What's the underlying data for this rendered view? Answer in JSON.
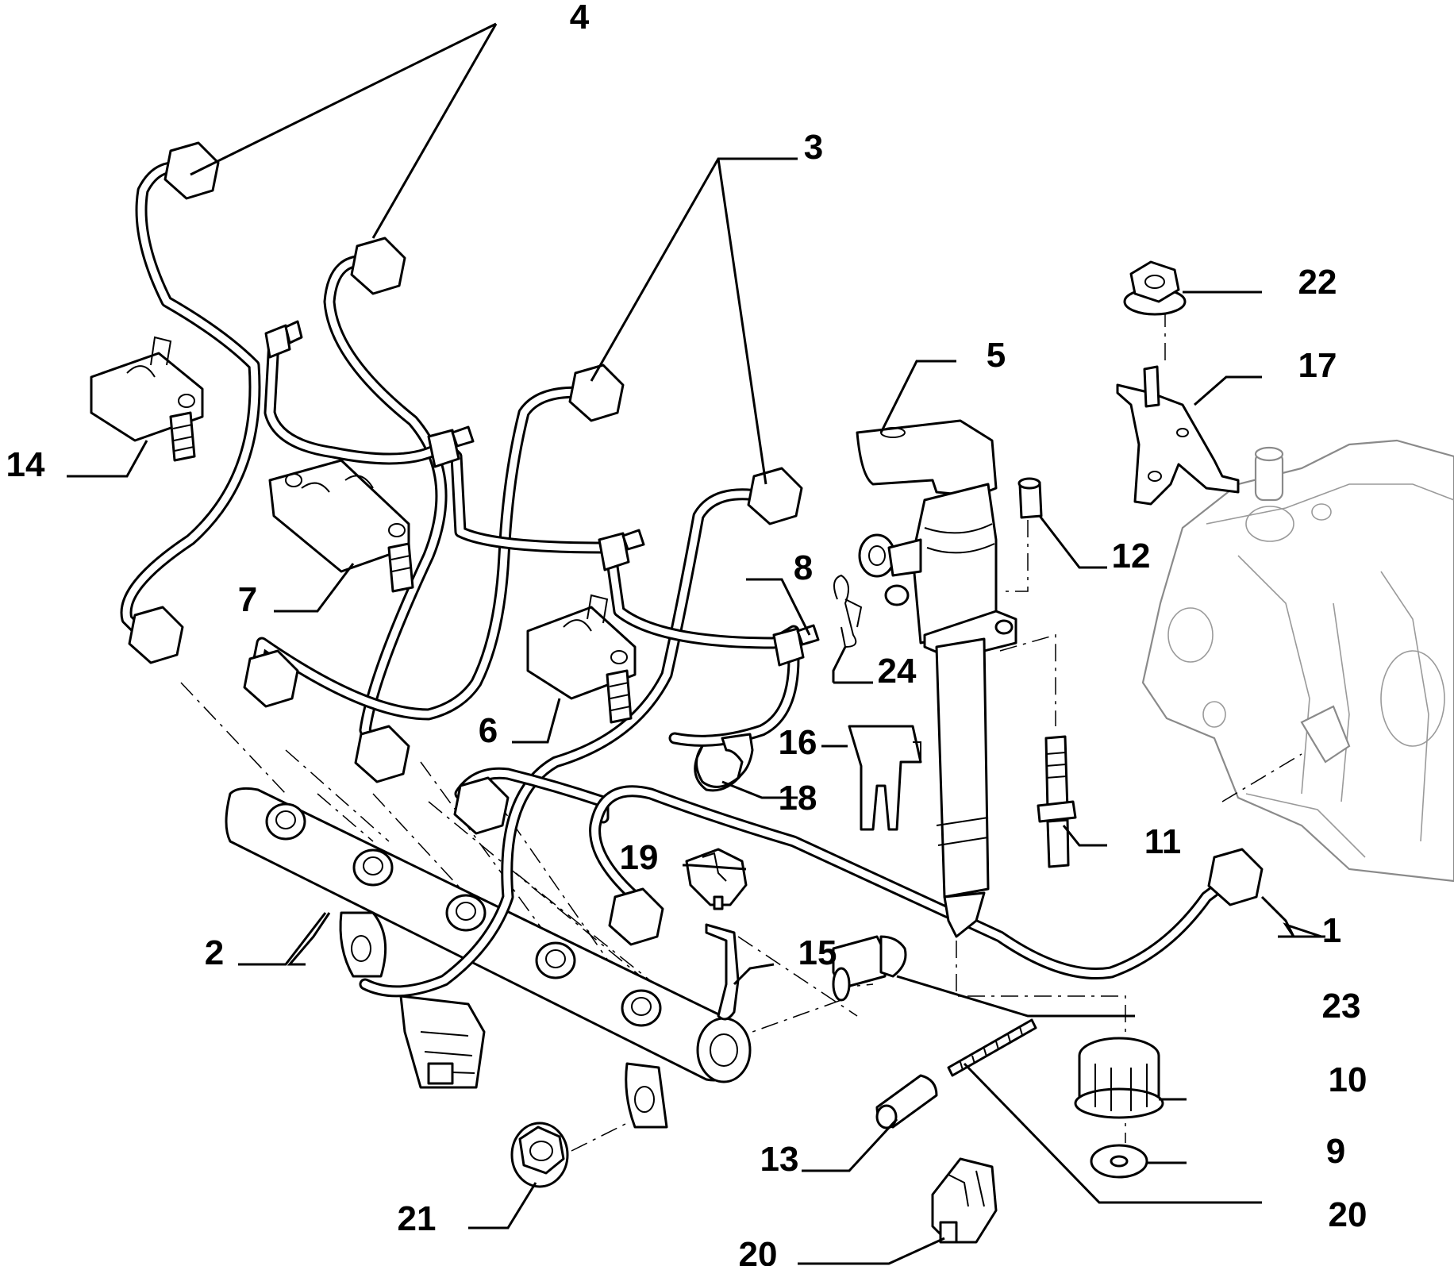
{
  "callouts": [
    {
      "id": "1",
      "text": "1"
    },
    {
      "id": "2",
      "text": "2"
    },
    {
      "id": "3",
      "text": "3"
    },
    {
      "id": "4",
      "text": "4"
    },
    {
      "id": "5",
      "text": "5"
    },
    {
      "id": "6",
      "text": "6"
    },
    {
      "id": "7",
      "text": "7"
    },
    {
      "id": "8",
      "text": "8"
    },
    {
      "id": "9",
      "text": "9"
    },
    {
      "id": "10",
      "text": "10"
    },
    {
      "id": "11",
      "text": "11"
    },
    {
      "id": "12",
      "text": "12"
    },
    {
      "id": "13",
      "text": "13"
    },
    {
      "id": "14",
      "text": "14"
    },
    {
      "id": "15",
      "text": "15"
    },
    {
      "id": "16",
      "text": "16"
    },
    {
      "id": "17",
      "text": "17"
    },
    {
      "id": "18",
      "text": "18"
    },
    {
      "id": "19",
      "text": "19"
    },
    {
      "id": "20a",
      "text": "20"
    },
    {
      "id": "20b",
      "text": "20"
    },
    {
      "id": "21",
      "text": "21"
    },
    {
      "id": "22",
      "text": "22"
    },
    {
      "id": "23",
      "text": "23"
    },
    {
      "id": "24",
      "text": "24"
    }
  ]
}
